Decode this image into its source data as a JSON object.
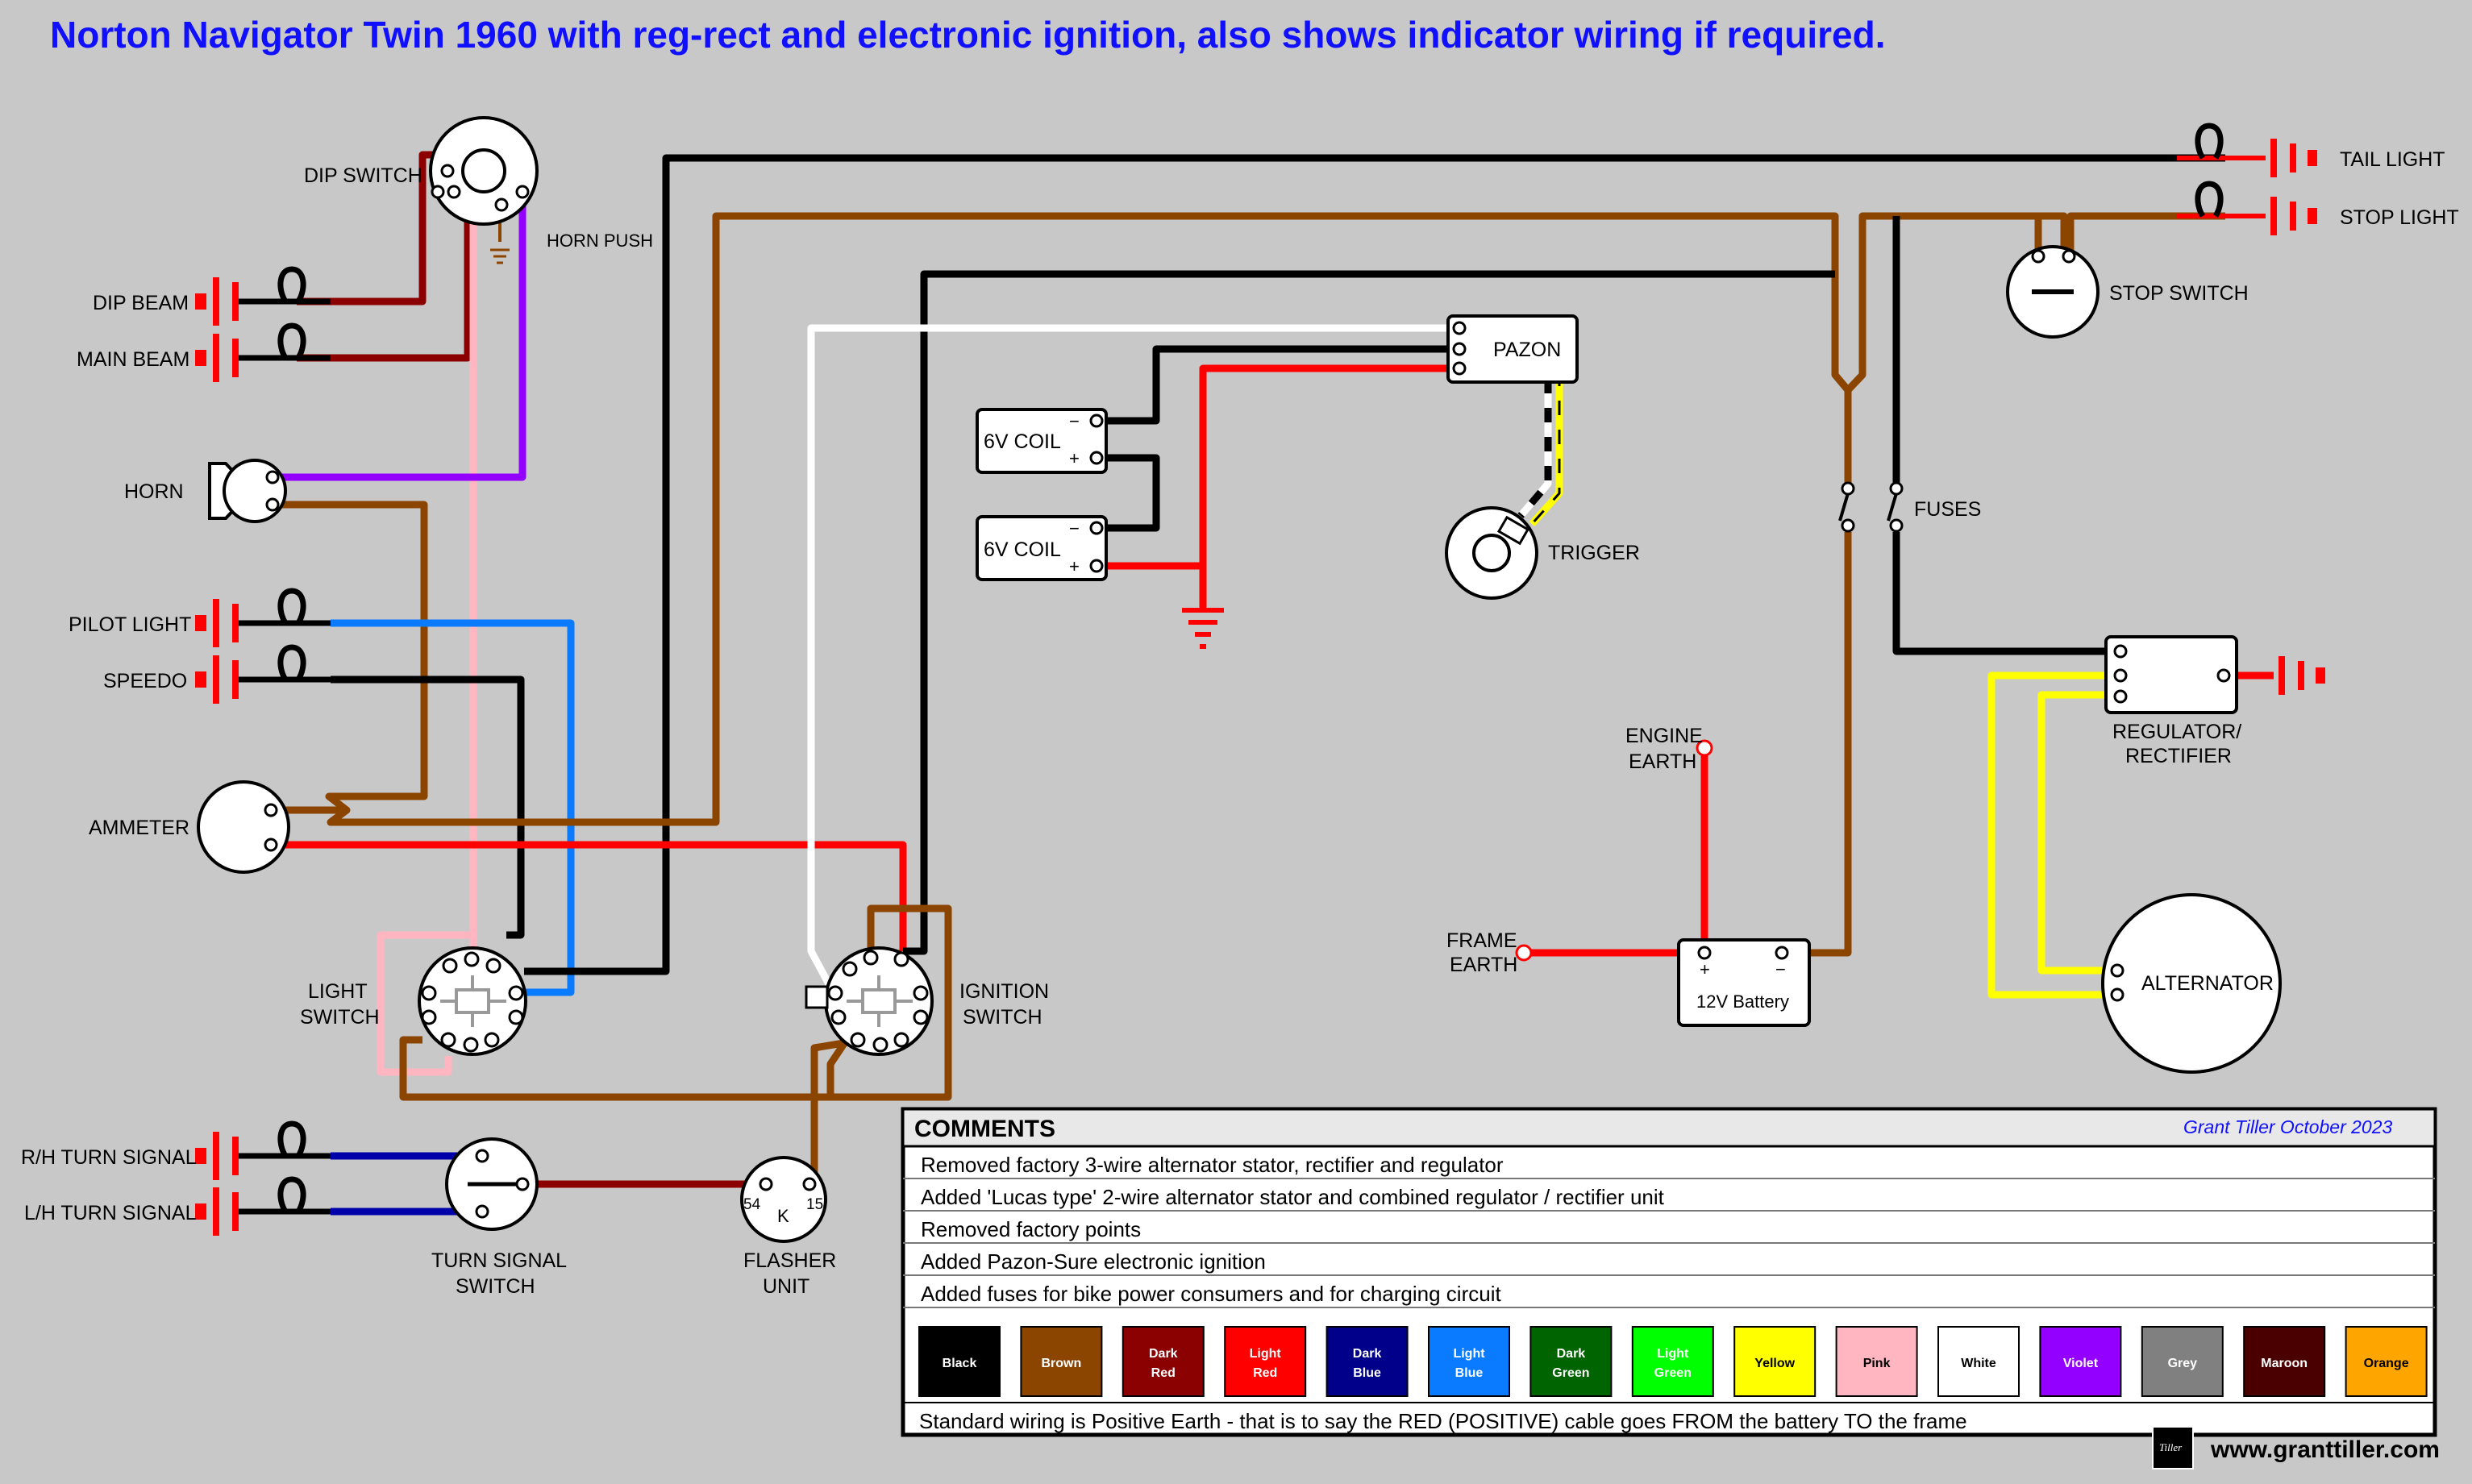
{
  "title": "Norton Navigator Twin 1960 with reg-rect and electronic ignition, also shows indicator wiring if required.",
  "labels": {
    "dip_switch": "DIP SWITCH",
    "horn_push": "HORN PUSH",
    "dip_beam": "DIP BEAM",
    "main_beam": "MAIN BEAM",
    "horn": "HORN",
    "pilot_light": "PILOT LIGHT",
    "speedo": "SPEEDO",
    "ammeter": "AMMETER",
    "light_switch_1": "LIGHT",
    "light_switch_2": "SWITCH",
    "ignition_switch_1": "IGNITION",
    "ignition_switch_2": "SWITCH",
    "rh_turn": "R/H TURN SIGNAL",
    "lh_turn": "L/H TURN SIGNAL",
    "turn_switch_1": "TURN SIGNAL",
    "turn_switch_2": "SWITCH",
    "flasher_1": "FLASHER",
    "flasher_2": "UNIT",
    "flasher_54": "54",
    "flasher_15": "15",
    "flasher_k": "K",
    "coil_top": "6V COIL",
    "coil_bottom": "6V COIL",
    "coil_minus": "−",
    "coil_plus": "+",
    "pazon": "PAZON",
    "trigger": "TRIGGER",
    "tail_light": "TAIL LIGHT",
    "stop_light": "STOP LIGHT",
    "stop_switch": "STOP SWITCH",
    "fuses": "FUSES",
    "engine_earth_1": "ENGINE",
    "engine_earth_2": "EARTH",
    "frame_earth_1": "FRAME",
    "frame_earth_2": "EARTH",
    "battery": "12V Battery",
    "battery_plus": "+",
    "battery_minus": "−",
    "reg_rect_1": "REGULATOR/",
    "reg_rect_2": "RECTIFIER",
    "alternator": "ALTERNATOR"
  },
  "comments": {
    "heading": "COMMENTS",
    "author": "Grant Tiller October 2023",
    "rows": [
      "Removed factory 3-wire alternator stator, rectifier and regulator",
      "Added 'Lucas type' 2-wire alternator stator and combined regulator / rectifier unit",
      "Removed factory points",
      "Added Pazon-Sure electronic ignition",
      "Added fuses for bike power consumers and for charging circuit"
    ],
    "footer": "Standard wiring is Positive Earth - that is to say the RED (POSITIVE) cable goes FROM the battery TO the frame",
    "swatches": [
      {
        "line1": "Black",
        "line2": "",
        "color": "#000000",
        "text": "#ffffff"
      },
      {
        "line1": "Brown",
        "line2": "",
        "color": "#8b4500",
        "text": "#ffffff"
      },
      {
        "line1": "Dark",
        "line2": "Red",
        "color": "#8b0000",
        "text": "#ffffff"
      },
      {
        "line1": "Light",
        "line2": "Red",
        "color": "#ff0000",
        "text": "#ffffff"
      },
      {
        "line1": "Dark",
        "line2": "Blue",
        "color": "#00008b",
        "text": "#ffffff"
      },
      {
        "line1": "Light",
        "line2": "Blue",
        "color": "#0a7aff",
        "text": "#ffffff"
      },
      {
        "line1": "Dark",
        "line2": "Green",
        "color": "#006400",
        "text": "#ffffff"
      },
      {
        "line1": "Light",
        "line2": "Green",
        "color": "#00ff00",
        "text": "#ffffff"
      },
      {
        "line1": "Yellow",
        "line2": "",
        "color": "#ffff00",
        "text": "#000000"
      },
      {
        "line1": "Pink",
        "line2": "",
        "color": "#ffb6c1",
        "text": "#000000"
      },
      {
        "line1": "White",
        "line2": "",
        "color": "#ffffff",
        "text": "#000000"
      },
      {
        "line1": "Violet",
        "line2": "",
        "color": "#9400ff",
        "text": "#ffffff"
      },
      {
        "line1": "Grey",
        "line2": "",
        "color": "#808080",
        "text": "#ffffff"
      },
      {
        "line1": "Maroon",
        "line2": "",
        "color": "#4a0000",
        "text": "#ffffff"
      },
      {
        "line1": "Orange",
        "line2": "",
        "color": "#ffa500",
        "text": "#000000"
      }
    ]
  },
  "logo_text": "Tiller",
  "website": "www.granttiller.com",
  "colors": {
    "background": "#c8c8c8",
    "title": "#1010ff",
    "black": "#000000",
    "brown": "#8b4500",
    "dark_red": "#8b0000",
    "red": "#ff0000",
    "dark_blue": "#0000aa",
    "light_blue": "#0a7aff",
    "yellow": "#ffff00",
    "pink": "#ffb6c1",
    "white": "#ffffff",
    "violet": "#9400ff"
  }
}
